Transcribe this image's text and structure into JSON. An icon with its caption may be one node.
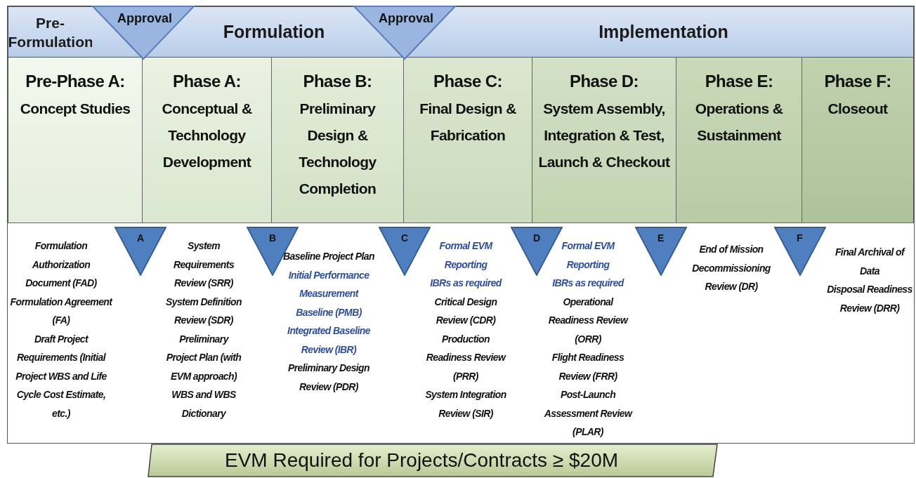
{
  "diagram": {
    "nodes": [
      {
        "text": [
          "Pre-Formulation"
        ]
      },
      {
        "text": [
          "Formulation"
        ]
      },
      {
        "text": [
          "Implementation"
        ]
      },
      {
        "text": [
          "Approval"
        ]
      },
      {
        "text": [
          "Approval"
        ]
      },
      {
        "text": [
          "Pre-Phase A:",
          "Concept Studies"
        ]
      },
      {
        "text": [
          "Phase A:",
          "Conceptual & Technology Development"
        ]
      },
      {
        "text": [
          "Phase B:",
          "Preliminary Design & Technology Completion"
        ]
      },
      {
        "text": [
          "Phase C:",
          "Final Design & Fabrication"
        ]
      },
      {
        "text": [
          "Phase D:",
          "System Assembly, Integration & Test, Launch & Checkout"
        ]
      },
      {
        "text": [
          "Phase E:",
          "Operations & Sustainment"
        ]
      },
      {
        "text": [
          "Phase F:",
          "Closeout"
        ]
      },
      {
        "text": [
          "A"
        ]
      },
      {
        "text": [
          "B"
        ]
      },
      {
        "text": [
          "C"
        ]
      },
      {
        "text": [
          "D"
        ]
      },
      {
        "text": [
          "E"
        ]
      },
      {
        "text": [
          "F"
        ]
      },
      {
        "text": [
          "EVM Required for Projects/Contracts ≥ $20M"
        ]
      }
    ],
    "edges": [],
    "labels": [
      "Formulation Authorization Document (FAD)",
      "Formulation Agreement (FA)",
      "Draft Project Requirements (Initial Project WBS and Life Cycle Cost Estimate, etc.)",
      "System Requirements Review (SRR)",
      "System Definition Review (SDR)",
      "Preliminary Project Plan (with EVM approach)",
      "WBS and WBS Dictionary",
      "Baseline Project Plan",
      "Initial Performance Measurement Baseline (PMB)",
      "Integrated Baseline Review (IBR)",
      "Preliminary Design Review (PDR)",
      "Formal EVM Reporting",
      "IBRs as required",
      "Critical Design Review (CDR)",
      "Production Readiness Review (PRR)",
      "System Integration Review (SIR)",
      "Formal EVM Reporting",
      "IBRs as required",
      "Operational Readiness Review (ORR)",
      "Flight Readiness Review (FRR)",
      "Post-Launch Assessment Review (PLAR)",
      "End of Mission Decommissioning Review (DR)",
      "Final Archival of Data",
      "Disposal Readiness Review (DRR)"
    ]
  }
}
